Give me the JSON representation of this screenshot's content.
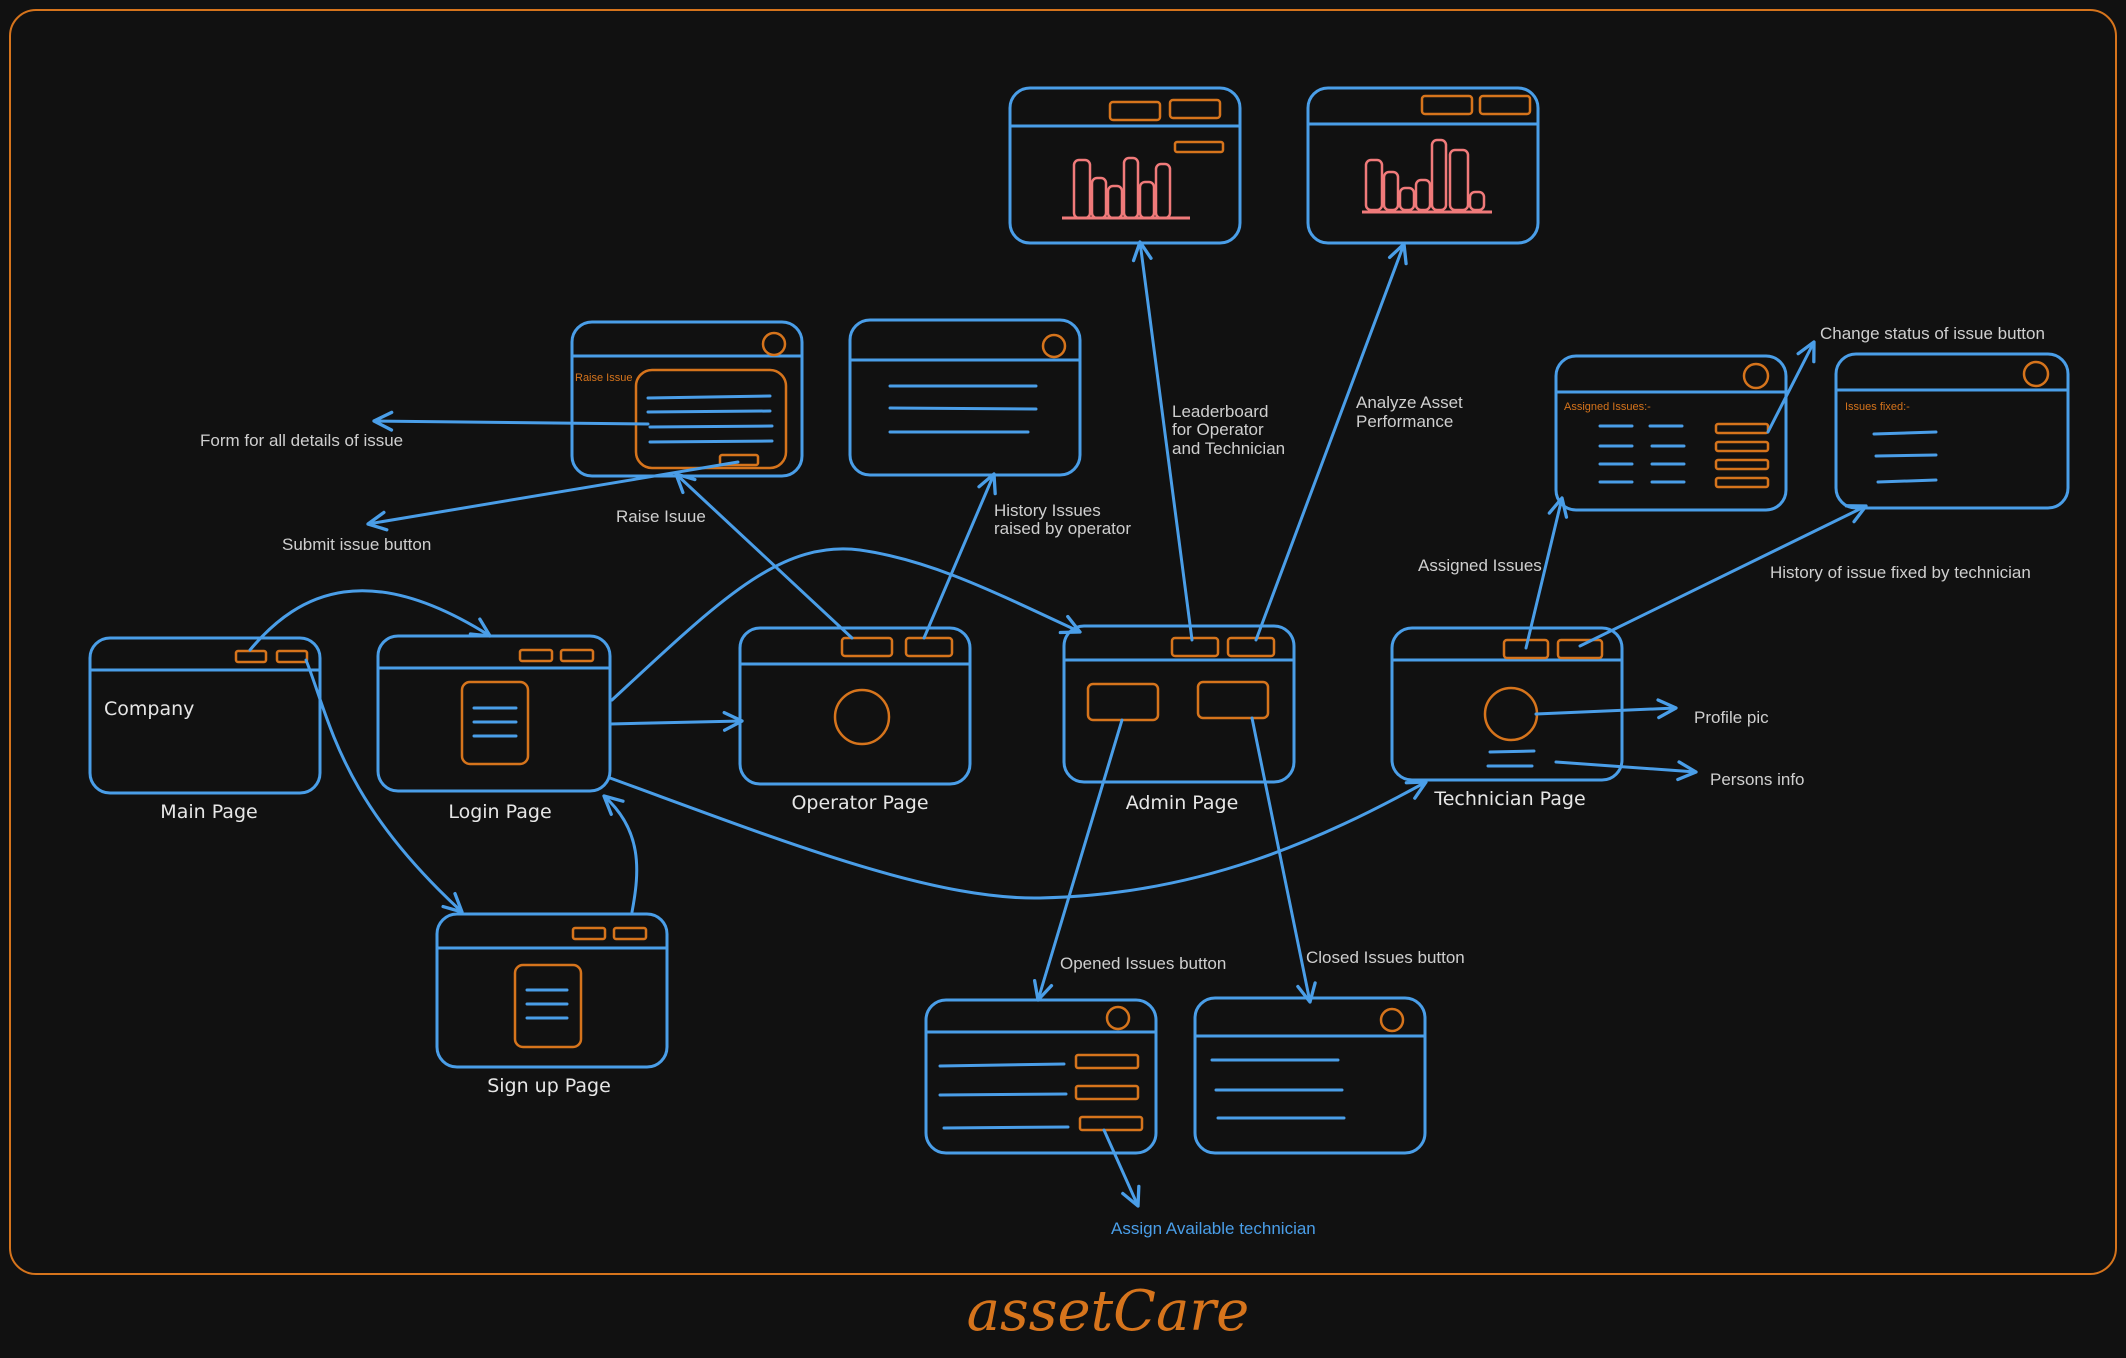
{
  "brand": {
    "title": "assetCare",
    "accent": "#d6741c",
    "line": "#4a9ee8",
    "chart": "#f07a7a"
  },
  "pages": {
    "main": {
      "caption": "Main Page",
      "company": "Company"
    },
    "login": {
      "caption": "Login Page"
    },
    "signup": {
      "caption": "Sign up Page"
    },
    "operator": {
      "caption": "Operator Page"
    },
    "admin": {
      "caption": "Admin Page"
    },
    "technician": {
      "caption": "Technician Page"
    }
  },
  "labels": {
    "form_details": "Form for all details of issue",
    "submit_issue": "Submit issue button",
    "raise_issue": "Raise Isuue",
    "history_issues_1": "History Issues",
    "history_issues_2": "raised by operator",
    "leaderboard_1": "Leaderboard",
    "leaderboard_2": "for Operator",
    "leaderboard_3": "and Technician",
    "analyze_1": "Analyze Asset",
    "analyze_2": "Performance",
    "change_status": "Change status of issue button",
    "assigned_issues": "Assigned Issues",
    "history_fixed": "History of issue fixed by technician",
    "profile_pic": "Profile pic",
    "persons_info": "Persons info",
    "opened_issues": "Opened Issues button",
    "closed_issues": "Closed Issues button",
    "assign_technician": "Assign Available technician"
  },
  "inner": {
    "raise_issue_panel": "Raise Issue",
    "assigned_panel": "Assigned Issues:-",
    "fixed_panel": "Issues fixed:-"
  }
}
